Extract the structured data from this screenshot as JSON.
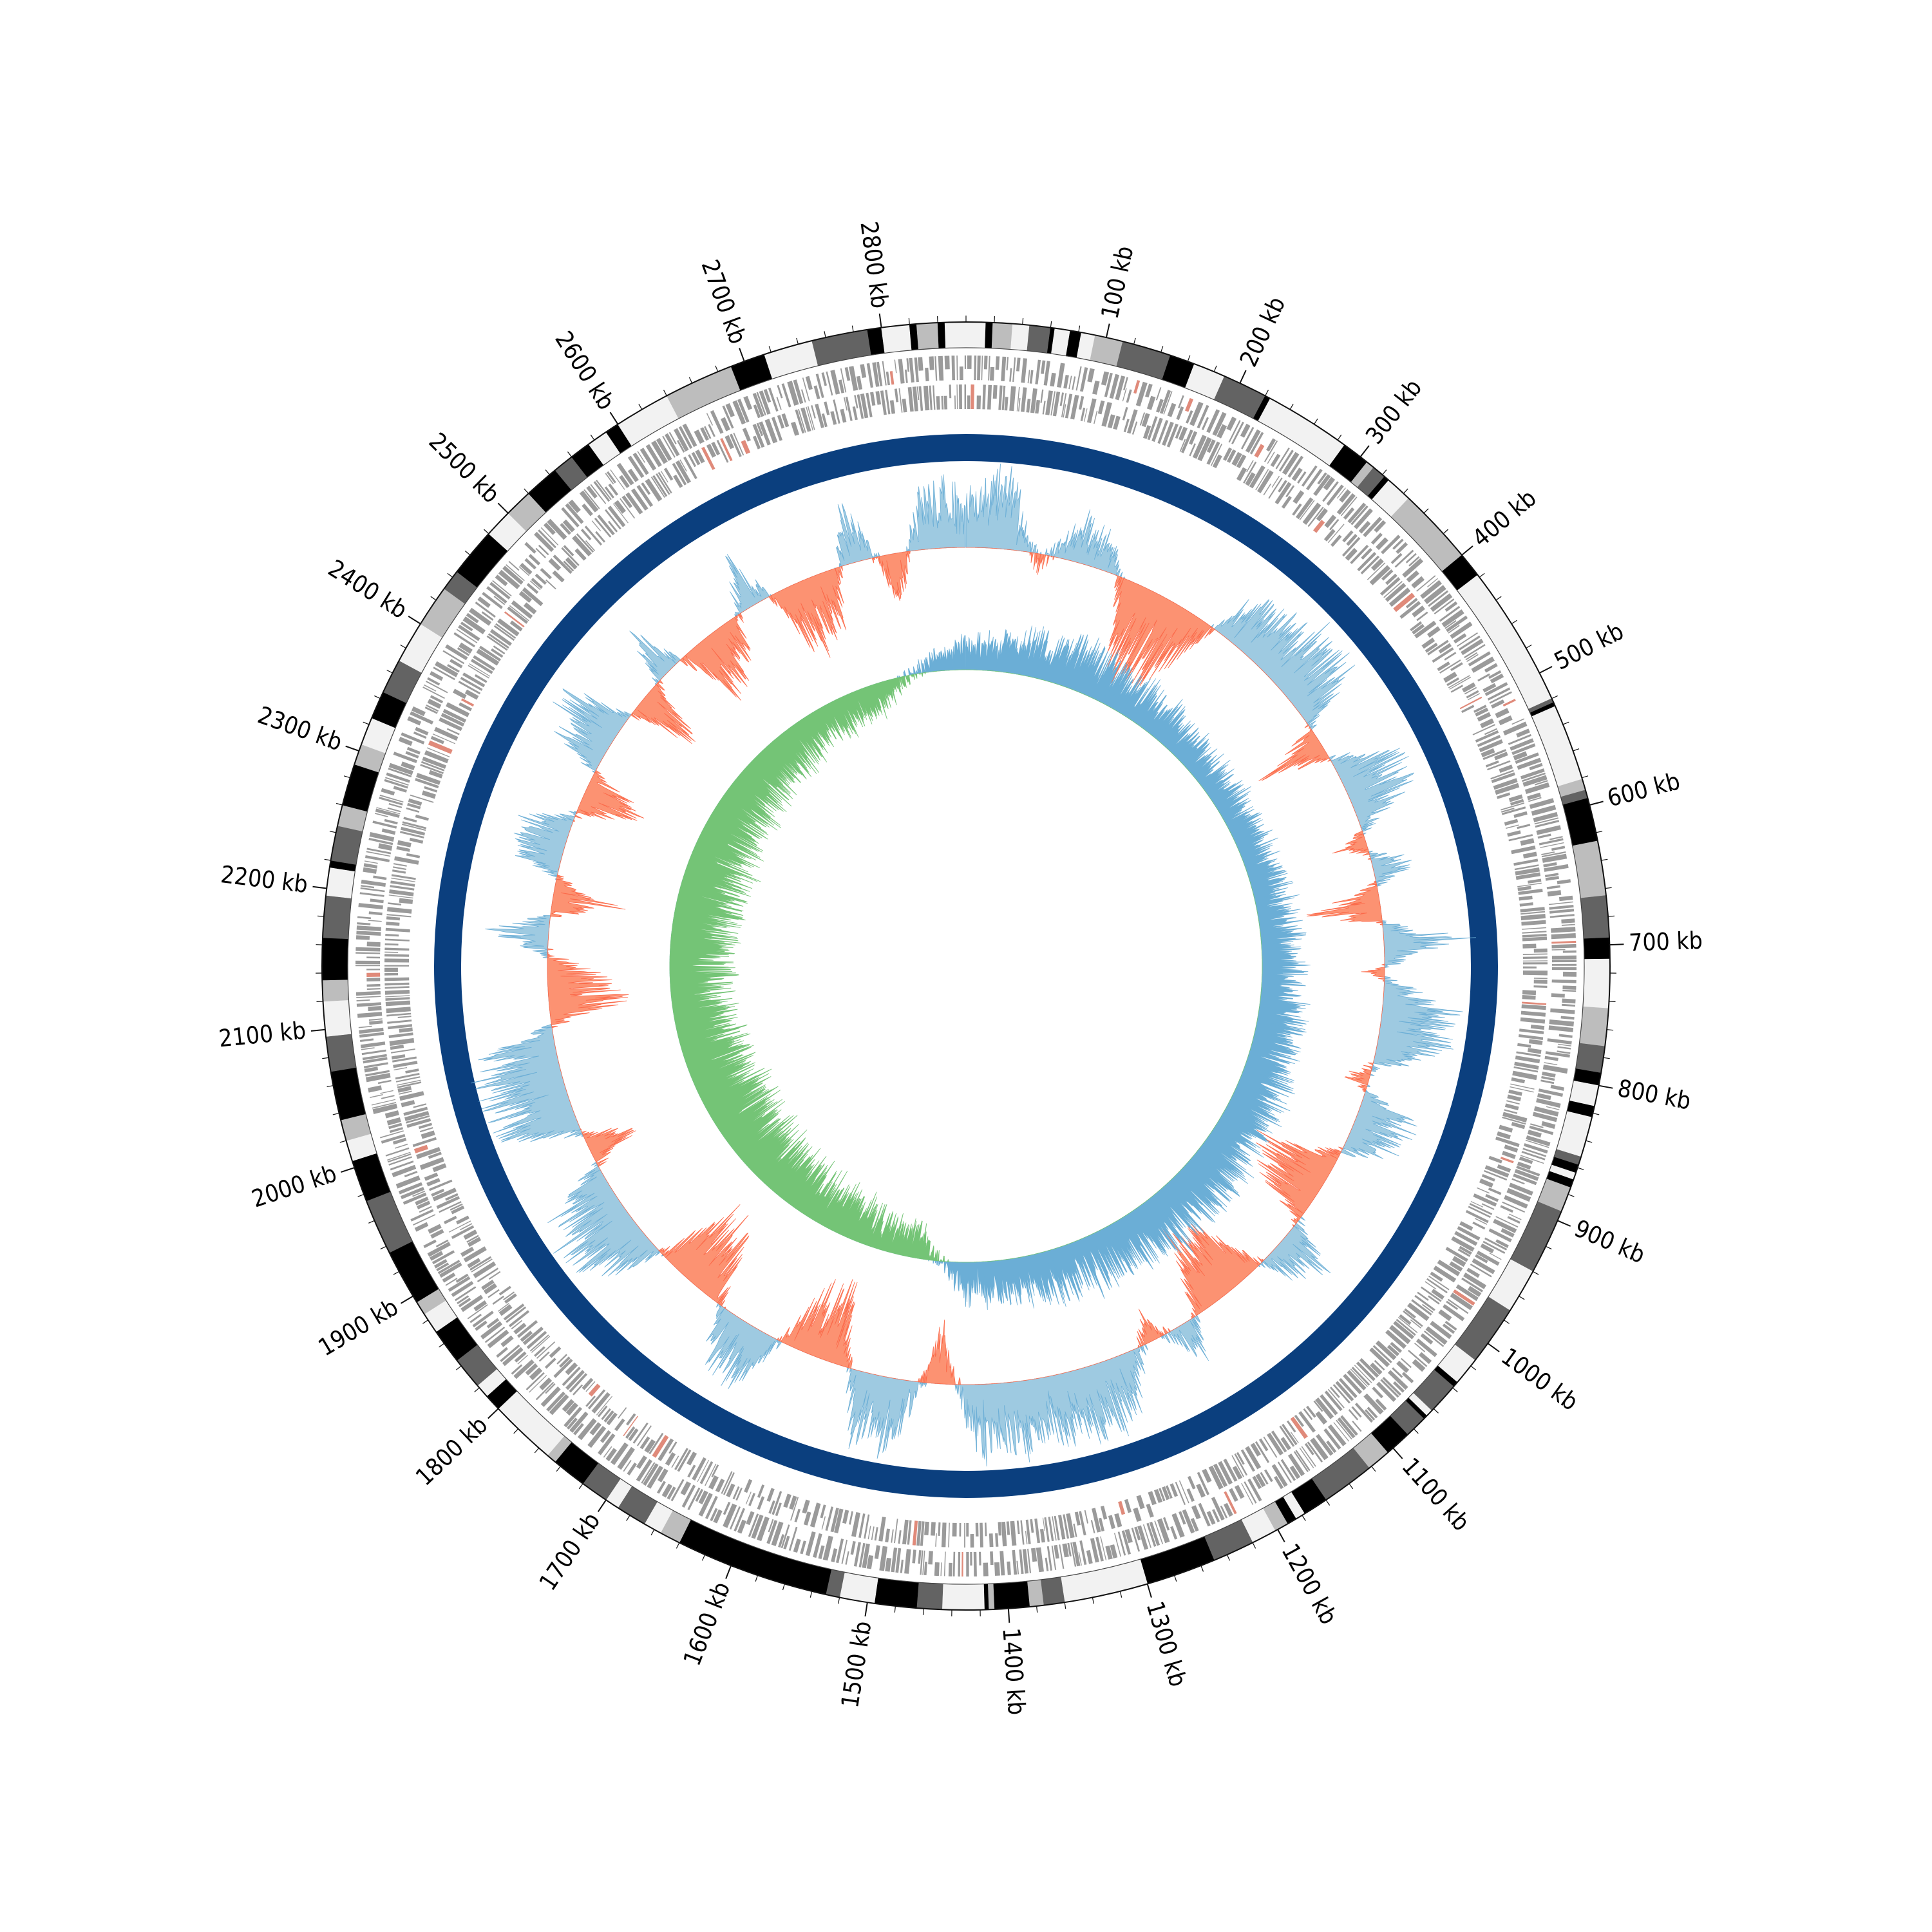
{
  "chart_data": {
    "type": "circular-genome-map",
    "genome_length_kb": 2860,
    "tick_labels": [
      "100 kb",
      "200 kb",
      "300 kb",
      "400 kb",
      "500 kb",
      "600 kb",
      "700 kb",
      "800 kb",
      "900 kb",
      "1000 kb",
      "1100 kb",
      "1200 kb",
      "1300 kb",
      "1400 kb",
      "1500 kb",
      "1600 kb",
      "1700 kb",
      "1800 kb",
      "1900 kb",
      "2000 kb",
      "2100 kb",
      "2200 kb",
      "2300 kb",
      "2400 kb",
      "2500 kb",
      "2600 kb",
      "2700 kb",
      "2800 kb"
    ],
    "tick_positions_kb": [
      100,
      200,
      300,
      400,
      500,
      600,
      700,
      800,
      900,
      1000,
      1100,
      1200,
      1300,
      1400,
      1500,
      1600,
      1700,
      1800,
      1900,
      2000,
      2100,
      2200,
      2300,
      2400,
      2500,
      2600,
      2700,
      2800
    ],
    "minor_tick_interval_kb": 20,
    "tracks": [
      {
        "name": "ideogram-bands",
        "kind": "grayscale segments"
      },
      {
        "name": "forward-strand-features",
        "kind": "gene blocks"
      },
      {
        "name": "reverse-strand-features",
        "kind": "gene blocks"
      },
      {
        "name": "backbone",
        "kind": "solid ring"
      },
      {
        "name": "gc-content",
        "kind": "deviation from mean"
      },
      {
        "name": "gc-skew",
        "kind": "deviation from mean"
      }
    ],
    "band_segments_kb": [
      [
        0,
        14,
        "#f2f2f2"
      ],
      [
        14,
        19,
        "#000000"
      ],
      [
        19,
        33,
        "#bdbdbd"
      ],
      [
        33,
        45,
        "#f2f2f2"
      ],
      [
        45,
        60,
        "#636363"
      ],
      [
        60,
        63,
        "#000000"
      ],
      [
        63,
        74,
        "#f2f2f2"
      ],
      [
        74,
        82,
        "#000000"
      ],
      [
        82,
        92,
        "#f2f2f2"
      ],
      [
        92,
        112,
        "#bdbdbd"
      ],
      [
        112,
        147,
        "#636363"
      ],
      [
        147,
        165,
        "#000000"
      ],
      [
        165,
        188,
        "#f2f2f2"
      ],
      [
        188,
        220,
        "#636363"
      ],
      [
        220,
        224,
        "#000000"
      ],
      [
        224,
        286,
        "#f2f2f2"
      ],
      [
        286,
        306,
        "#000000"
      ],
      [
        306,
        312,
        "#bdbdbd"
      ],
      [
        312,
        322,
        "#636363"
      ],
      [
        322,
        326,
        "#000000"
      ],
      [
        326,
        345,
        "#f2f2f2"
      ],
      [
        345,
        400,
        "#bdbdbd"
      ],
      [
        400,
        418,
        "#000000"
      ],
      [
        418,
        520,
        "#f2f2f2"
      ],
      [
        520,
        523,
        "#636363"
      ],
      [
        523,
        526,
        "#000000"
      ],
      [
        526,
        581,
        "#f2f2f2"
      ],
      [
        581,
        589,
        "#bdbdbd"
      ],
      [
        589,
        595,
        "#636363"
      ],
      [
        595,
        626,
        "#000000"
      ],
      [
        626,
        665,
        "#bdbdbd"
      ],
      [
        665,
        695,
        "#636363"
      ],
      [
        695,
        710,
        "#000000"
      ],
      [
        710,
        745,
        "#f2f2f2"
      ],
      [
        745,
        772,
        "#bdbdbd"
      ],
      [
        772,
        791,
        "#636363"
      ],
      [
        791,
        800,
        "#000000"
      ],
      [
        800,
        815,
        "#f2f2f2"
      ],
      [
        815,
        823,
        "#000000"
      ],
      [
        823,
        852,
        "#f2f2f2"
      ],
      [
        852,
        858,
        "#636363"
      ],
      [
        858,
        864,
        "#000000"
      ],
      [
        864,
        869,
        "#f2f2f2"
      ],
      [
        869,
        875,
        "#000000"
      ],
      [
        875,
        893,
        "#bdbdbd"
      ],
      [
        893,
        940,
        "#636363"
      ],
      [
        940,
        972,
        "#f2f2f2"
      ],
      [
        972,
        1015,
        "#636363"
      ],
      [
        1015,
        1035,
        "#f2f2f2"
      ],
      [
        1035,
        1039,
        "#000000"
      ],
      [
        1039,
        1062,
        "#636363"
      ],
      [
        1062,
        1067,
        "#f2f2f2"
      ],
      [
        1067,
        1070,
        "#000000"
      ],
      [
        1070,
        1086,
        "#636363"
      ],
      [
        1086,
        1105,
        "#000000"
      ],
      [
        1105,
        1122,
        "#bdbdbd"
      ],
      [
        1122,
        1160,
        "#636363"
      ],
      [
        1160,
        1178,
        "#000000"
      ],
      [
        1178,
        1185,
        "#f2f2f2"
      ],
      [
        1185,
        1192,
        "#000000"
      ],
      [
        1192,
        1202,
        "#bdbdbd"
      ],
      [
        1202,
        1220,
        "#f2f2f2"
      ],
      [
        1220,
        1250,
        "#636363"
      ],
      [
        1250,
        1300,
        "#000000"
      ],
      [
        1300,
        1360,
        "#f2f2f2"
      ],
      [
        1360,
        1375,
        "#636363"
      ],
      [
        1375,
        1385,
        "#bdbdbd"
      ],
      [
        1385,
        1410,
        "#000000"
      ],
      [
        1410,
        1414,
        "#bdbdbd"
      ],
      [
        1414,
        1417,
        "#000000"
      ],
      [
        1417,
        1447,
        "#f2f2f2"
      ],
      [
        1447,
        1465,
        "#636363"
      ],
      [
        1465,
        1495,
        "#000000"
      ],
      [
        1495,
        1520,
        "#f2f2f2"
      ],
      [
        1520,
        1530,
        "#636363"
      ],
      [
        1530,
        1640,
        "#000000"
      ],
      [
        1640,
        1655,
        "#bdbdbd"
      ],
      [
        1655,
        1668,
        "#f2f2f2"
      ],
      [
        1668,
        1690,
        "#636363"
      ],
      [
        1690,
        1700,
        "#f2f2f2"
      ],
      [
        1700,
        1720,
        "#636363"
      ],
      [
        1720,
        1745,
        "#000000"
      ],
      [
        1745,
        1752,
        "#bdbdbd"
      ],
      [
        1752,
        1775,
        "#f2f2f2"
      ],
      [
        1775,
        1800,
        "#f2f2f2"
      ],
      [
        1800,
        1812,
        "#000000"
      ],
      [
        1812,
        1822,
        "#f2f2f2"
      ],
      [
        1822,
        1845,
        "#636363"
      ],
      [
        1845,
        1870,
        "#000000"
      ],
      [
        1870,
        1885,
        "#f2f2f2"
      ],
      [
        1885,
        1895,
        "#bdbdbd"
      ],
      [
        1895,
        1935,
        "#000000"
      ],
      [
        1935,
        1975,
        "#636363"
      ],
      [
        1975,
        2005,
        "#000000"
      ],
      [
        2005,
        2020,
        "#f2f2f2"
      ],
      [
        2020,
        2035,
        "#bdbdbd"
      ],
      [
        2035,
        2070,
        "#000000"
      ],
      [
        2070,
        2095,
        "#636363"
      ],
      [
        2095,
        2120,
        "#f2f2f2"
      ],
      [
        2120,
        2135,
        "#bdbdbd"
      ],
      [
        2135,
        2165,
        "#000000"
      ],
      [
        2165,
        2195,
        "#636363"
      ],
      [
        2195,
        2215,
        "#f2f2f2"
      ],
      [
        2215,
        2220,
        "#000000"
      ],
      [
        2220,
        2245,
        "#636363"
      ],
      [
        2245,
        2260,
        "#bdbdbd"
      ],
      [
        2260,
        2290,
        "#000000"
      ],
      [
        2290,
        2305,
        "#bdbdbd"
      ],
      [
        2305,
        2325,
        "#f2f2f2"
      ],
      [
        2325,
        2345,
        "#000000"
      ],
      [
        2345,
        2370,
        "#636363"
      ],
      [
        2370,
        2385,
        "#f2f2f2"
      ],
      [
        2385,
        2400,
        "#f2f2f2"
      ],
      [
        2400,
        2430,
        "#bdbdbd"
      ],
      [
        2430,
        2445,
        "#636363"
      ],
      [
        2445,
        2480,
        "#000000"
      ],
      [
        2480,
        2500,
        "#f2f2f2"
      ],
      [
        2500,
        2520,
        "#bdbdbd"
      ],
      [
        2520,
        2545,
        "#000000"
      ],
      [
        2545,
        2560,
        "#636363"
      ],
      [
        2560,
        2575,
        "#000000"
      ],
      [
        2575,
        2590,
        "#f2f2f2"
      ],
      [
        2590,
        2600,
        "#000000"
      ],
      [
        2600,
        2640,
        "#f2f2f2"
      ],
      [
        2640,
        2690,
        "#bdbdbd"
      ],
      [
        2690,
        2715,
        "#000000"
      ],
      [
        2715,
        2750,
        "#f2f2f2"
      ],
      [
        2750,
        2790,
        "#636363"
      ],
      [
        2790,
        2800,
        "#000000"
      ],
      [
        2800,
        2820,
        "#f2f2f2"
      ],
      [
        2820,
        2825,
        "#000000"
      ],
      [
        2825,
        2840,
        "#bdbdbd"
      ],
      [
        2840,
        2845,
        "#000000"
      ],
      [
        2845,
        2860,
        "#f2f2f2"
      ]
    ],
    "gc_content_profile_kb": [
      [
        0,
        0.6
      ],
      [
        40,
        0.9
      ],
      [
        80,
        -0.2
      ],
      [
        120,
        0.5
      ],
      [
        160,
        0.3
      ],
      [
        200,
        -1.0
      ],
      [
        260,
        -0.9
      ],
      [
        300,
        0.4
      ],
      [
        340,
        0.7
      ],
      [
        380,
        0.8
      ],
      [
        420,
        0.7
      ],
      [
        460,
        -0.7
      ],
      [
        500,
        0.7
      ],
      [
        540,
        0.6
      ],
      [
        580,
        -0.3
      ],
      [
        610,
        0.5
      ],
      [
        650,
        -0.8
      ],
      [
        690,
        0.9
      ],
      [
        720,
        -0.2
      ],
      [
        760,
        0.8
      ],
      [
        800,
        0.7
      ],
      [
        840,
        -0.3
      ],
      [
        870,
        0.6
      ],
      [
        910,
        0.5
      ],
      [
        950,
        -0.8
      ],
      [
        990,
        -0.7
      ],
      [
        1030,
        0.5
      ],
      [
        1060,
        0.4
      ],
      [
        1100,
        -0.9
      ],
      [
        1140,
        -0.8
      ],
      [
        1180,
        0.4
      ],
      [
        1220,
        -0.3
      ],
      [
        1260,
        0.6
      ],
      [
        1300,
        0.8
      ],
      [
        1340,
        0.7
      ],
      [
        1380,
        0.8
      ],
      [
        1420,
        0.7
      ],
      [
        1460,
        -0.7
      ],
      [
        1500,
        0.8
      ],
      [
        1540,
        0.7
      ],
      [
        1580,
        -0.8
      ],
      [
        1620,
        -0.7
      ],
      [
        1660,
        0.7
      ],
      [
        1700,
        0.5
      ],
      [
        1740,
        -0.9
      ],
      [
        1780,
        -0.8
      ],
      [
        1820,
        0.6
      ],
      [
        1860,
        0.8
      ],
      [
        1900,
        0.6
      ],
      [
        1940,
        -0.6
      ],
      [
        1980,
        0.8
      ],
      [
        2020,
        0.9
      ],
      [
        2060,
        0.8
      ],
      [
        2100,
        -0.9
      ],
      [
        2140,
        -0.5
      ],
      [
        2180,
        0.6
      ],
      [
        2220,
        -0.7
      ],
      [
        2260,
        0.6
      ],
      [
        2300,
        0.4
      ],
      [
        2340,
        -0.8
      ],
      [
        2380,
        0.5
      ],
      [
        2420,
        0.7
      ],
      [
        2460,
        -0.9
      ],
      [
        2500,
        0.6
      ],
      [
        2540,
        -0.7
      ],
      [
        2580,
        -0.5
      ],
      [
        2620,
        0.6
      ],
      [
        2660,
        -0.8
      ],
      [
        2700,
        -0.7
      ],
      [
        2740,
        0.7
      ],
      [
        2780,
        -0.6
      ],
      [
        2820,
        0.8
      ],
      [
        2860,
        0.6
      ]
    ],
    "gc_skew_profile_kb": [
      [
        0,
        0.4
      ],
      [
        160,
        0.7
      ],
      [
        320,
        0.5
      ],
      [
        480,
        0.4
      ],
      [
        640,
        0.5
      ],
      [
        800,
        0.6
      ],
      [
        960,
        0.7
      ],
      [
        1120,
        0.8
      ],
      [
        1280,
        0.7
      ],
      [
        1430,
        0.5
      ],
      [
        1500,
        -0.4
      ],
      [
        1600,
        -0.6
      ],
      [
        1760,
        -0.8
      ],
      [
        1920,
        -0.9
      ],
      [
        2080,
        -0.8
      ],
      [
        2240,
        -0.9
      ],
      [
        2400,
        -0.8
      ],
      [
        2560,
        -0.6
      ],
      [
        2720,
        -0.4
      ],
      [
        2800,
        0.2
      ],
      [
        2860,
        0.4
      ]
    ],
    "colors": {
      "backbone": "#0b3f7e",
      "feature": "#9a9a9a",
      "feature_accent": "#e08a7a",
      "gc_content_positive": "#9ecae1",
      "gc_content_negative": "#fc9272",
      "gc_content_positive_stroke": "#6baed6",
      "gc_content_negative_stroke": "#fb6a4a",
      "gc_skew_positive": "#6baed6",
      "gc_skew_negative": "#74c476",
      "band_palette": [
        "#f2f2f2",
        "#bdbdbd",
        "#636363",
        "#000000"
      ]
    }
  }
}
